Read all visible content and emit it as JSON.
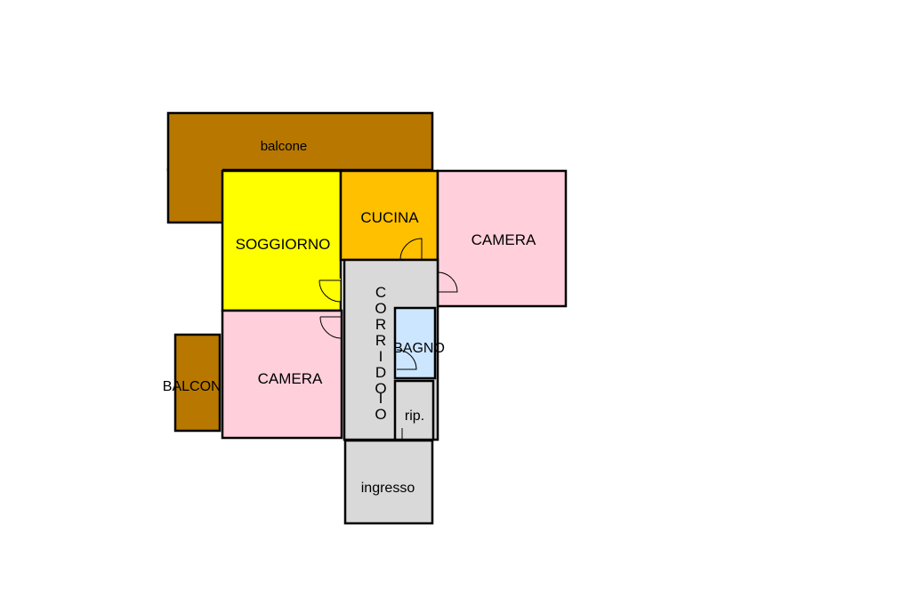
{
  "rooms": {
    "balcone_top": {
      "label": "balcone",
      "color": "#b87800"
    },
    "soggiorno": {
      "label": "SOGGIORNO",
      "color": "#ffff00"
    },
    "cucina": {
      "label": "CUCINA",
      "color": "#ffc000"
    },
    "camera_right": {
      "label": "CAMERA",
      "color": "#ffd0dc"
    },
    "corridoio": {
      "label": "CORRIDOIO",
      "letters": [
        "C",
        "O",
        "R",
        "R",
        "I",
        "D",
        "O",
        "I",
        "O"
      ],
      "color": "#d9d9d9"
    },
    "bagno": {
      "label": "BAGNO",
      "color": "#cce6ff"
    },
    "balcone_left": {
      "label": "BALCONE",
      "color": "#b87800"
    },
    "camera_left": {
      "label": "CAMERA",
      "color": "#ffd0dc"
    },
    "ripostiglio": {
      "label": "rip.",
      "color": "#d9d9d9"
    },
    "ingresso": {
      "label": "ingresso",
      "color": "#d9d9d9"
    }
  },
  "wall_color": "#000000"
}
